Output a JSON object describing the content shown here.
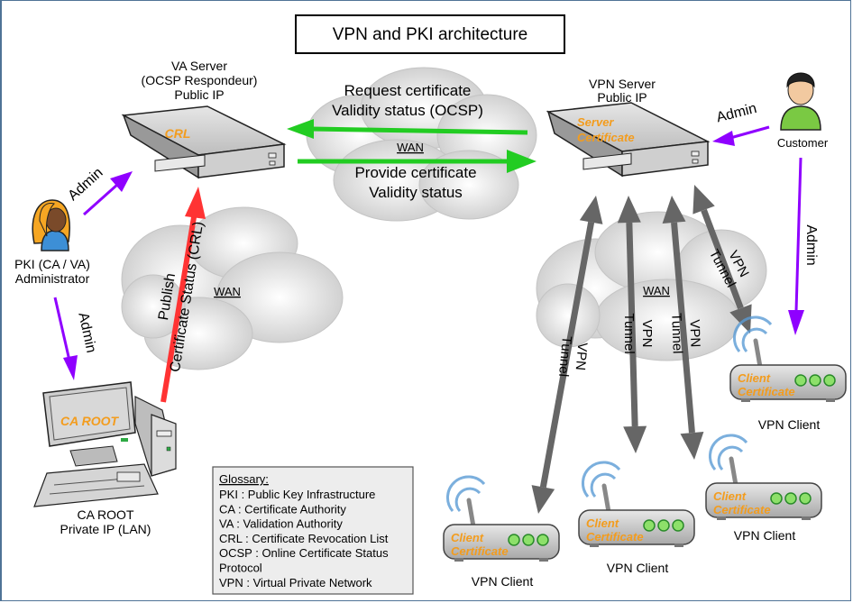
{
  "title": "VPN and PKI architecture",
  "va_server": {
    "label_lines": [
      "VA Server",
      "(OCSP Respondeur)",
      "Public IP"
    ],
    "badge": "CRL"
  },
  "vpn_server": {
    "label_lines": [
      "VPN Server",
      "Public IP"
    ],
    "badge_lines": [
      "Server",
      "Certificate"
    ]
  },
  "pki_admin": {
    "label_lines": [
      "PKI (CA / VA)",
      "Administrator"
    ]
  },
  "customer": {
    "label": "Customer"
  },
  "ca_root": {
    "screen_label": "CA ROOT",
    "label_lines": [
      "CA ROOT",
      "Private IP (LAN)"
    ]
  },
  "ocsp_flow": {
    "request_lines": [
      "Request certificate",
      "Validity status (OCSP)"
    ],
    "provide_lines": [
      "Provide certificate",
      "Validity status"
    ],
    "wan_label": "WAN"
  },
  "crl_flow": {
    "label_lines": [
      "Publish",
      "Certificate Status (CRL)"
    ],
    "wan_label": "WAN"
  },
  "admin_links": {
    "pki_to_va": "Admin",
    "pki_to_ca": "Admin",
    "customer_to_vpn_server": "Admin",
    "customer_to_client": "Admin"
  },
  "vpn_tunnels": {
    "wan_label": "WAN",
    "tunnel_lines": [
      "VPN",
      "Tunnel"
    ]
  },
  "vpn_clients": [
    {
      "label": "VPN Client",
      "badge_lines": [
        "Client",
        "Certificate"
      ]
    },
    {
      "label": "VPN Client",
      "badge_lines": [
        "Client",
        "Certificate"
      ]
    },
    {
      "label": "VPN Client",
      "badge_lines": [
        "Client",
        "Certificate"
      ]
    },
    {
      "label": "VPN Client",
      "badge_lines": [
        "Client",
        "Certificate"
      ]
    }
  ],
  "glossary": {
    "heading": "Glossary:",
    "entries": [
      "PKI : Public Key Infrastructure",
      "CA : Certificate Authority",
      "VA : Validation Authority",
      "CRL : Certificate Revocation List",
      "OCSP : Online Certificate Status",
      "Protocol",
      "VPN : Virtual Private Network"
    ]
  },
  "colors": {
    "admin_arrow": "#8f00ff",
    "ocsp_arrow": "#22cc22",
    "crl_arrow": "#ff3333",
    "tunnel_arrow": "#666666",
    "certificate_text": "#f39c1d",
    "frame": "#4f7396"
  }
}
